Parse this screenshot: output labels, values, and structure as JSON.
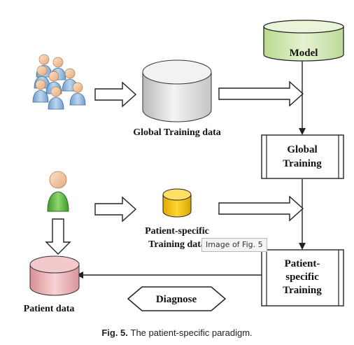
{
  "diagram": {
    "model": "Model",
    "global_training_data": "Global Training data",
    "global_training": [
      "Global",
      "Training"
    ],
    "patient_specific_training_data": [
      "Patient-specific",
      "Training data"
    ],
    "patient_specific_training": [
      "Patient-",
      "specific",
      "Training"
    ],
    "patient_data": "Patient data",
    "diagnose": "Diagnose"
  },
  "tooltip": "Image of Fig. 5",
  "caption": {
    "label": "Fig. 5.",
    "text": "The patient-specific paradigm."
  },
  "colors": {
    "model_fill": "#d6e9b4",
    "global_data_fill": "#e2e2e2",
    "patient_training_data_fill": "#f7c400",
    "patient_data_fill": "#ebb3b6",
    "person_blue": "#8fb8dd",
    "person_green": "#67b84a"
  }
}
